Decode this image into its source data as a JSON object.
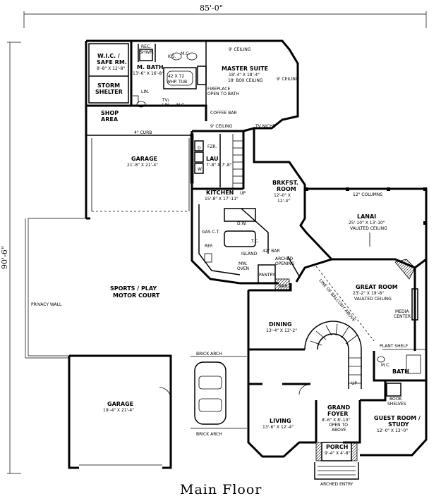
{
  "title": "Main Floor",
  "dimensions": {
    "width": "85'-0\"",
    "depth": "90'-6\""
  },
  "rooms": {
    "wic": {
      "name1": "W.I.C. /",
      "name2": "SAFE RM.",
      "size": "8'-8\" X 12'-8\""
    },
    "storm": {
      "name1": "STORM",
      "name2": "SHELTER"
    },
    "mbath": {
      "name": "M. BATH",
      "size": "13'-6\" X 16'-8\""
    },
    "master": {
      "name": "MASTER SUITE",
      "size": "18'-4\" X 18'-4\"",
      "note": "18' BOX CEILING"
    },
    "shop": {
      "name1": "SHOP",
      "name2": "AREA"
    },
    "garage1": {
      "name": "GARAGE",
      "size": "21'-8\" X 21'-4\""
    },
    "lau": {
      "name": "LAU",
      "size": "7'-8\" X 7'-8\""
    },
    "kitchen": {
      "name": "KITCHEN",
      "size": "15'-8\" X 17'-11\""
    },
    "brkfst": {
      "name1": "BRKFST.",
      "name2": "ROOM",
      "size1": "12'-0\" X",
      "size2": "12'-4\""
    },
    "lanai": {
      "name": "LANAI",
      "size": "25'-10\" X 13'-10\"",
      "note": "VAULTED CEILING"
    },
    "sports": {
      "name1": "SPORTS / PLAY",
      "name2": "MOTOR COURT"
    },
    "great": {
      "name": "GREAT ROOM",
      "size": "23'-2\" X 19'-8\"",
      "note": "VAULTED CEILING"
    },
    "dining": {
      "name": "DINING",
      "size": "13'-4\" X 13'-2\""
    },
    "garage2": {
      "name": "GARAGE",
      "size": "19'-4\" X 21'-4\""
    },
    "living": {
      "name": "LIVING",
      "size": "13'-6\" X 12'-4\""
    },
    "foyer": {
      "name1": "GRAND",
      "name2": "FOYER",
      "size": "8'-6\" X 8'-10\"",
      "note1": "OPEN TO",
      "note2": "ABOVE"
    },
    "bath": {
      "name": "BATH"
    },
    "guest": {
      "name1": "GUEST ROOM /",
      "name2": "STUDY",
      "size": "12'-0\" X 13'-0\""
    },
    "porch": {
      "name": "PORCH",
      "size": "9'-4\" X 4'-8\""
    }
  },
  "labels": {
    "rec_shwr1": "REC.",
    "rec_shwr2": "SHWR.",
    "ks": "K.S.",
    "mc1": "M.C.",
    "mc2": "M.C.",
    "mc3": "M.C.",
    "ceiling9_top": "9' CEILING",
    "ceiling9_right": "9' CEILING",
    "ceiling9_low": "9' CEILING",
    "whp1": "42 X 72",
    "whp2": "WHP. TUB",
    "fireplace1": "FIREPLACE",
    "fireplace2": "OPEN TO BATH",
    "lin1": "LIN.",
    "tvlin1": "TV/",
    "tvlin2": "LIN.",
    "coffee_bar": "COFFEE BAR",
    "tv_niche": "TV NICHE",
    "curb": "4\" CURB",
    "fzr": "FZR.",
    "d": "D",
    "w": "W",
    "up1": "UP",
    "up2": "UP",
    "columns": "12\" COLUMNS",
    "dw": "D.W.",
    "gasct": "GAS C.T.",
    "ref": "REF.",
    "tc": "T.C.",
    "island": "ISLAND",
    "bar42": "42\" BAR",
    "mw1": "MW.",
    "mw2": "OVEN",
    "pantry": "PANTRY",
    "bar": "BAR",
    "arched1": "ARCHED",
    "arched2": "OPENING",
    "balcony": "LINE OF BALCONY ABOVE",
    "media1": "MEDIA",
    "media2": "CENTER",
    "plant_shelf": "PLANT SHELF",
    "privacy_wall": "PRIVACY WALL",
    "brick_arch1": "BRICK ARCH",
    "brick_arch2": "BRICK ARCH",
    "book1": "BOOK",
    "book2": "SHELVES",
    "arched_entry": "ARCHED ENTRY"
  }
}
